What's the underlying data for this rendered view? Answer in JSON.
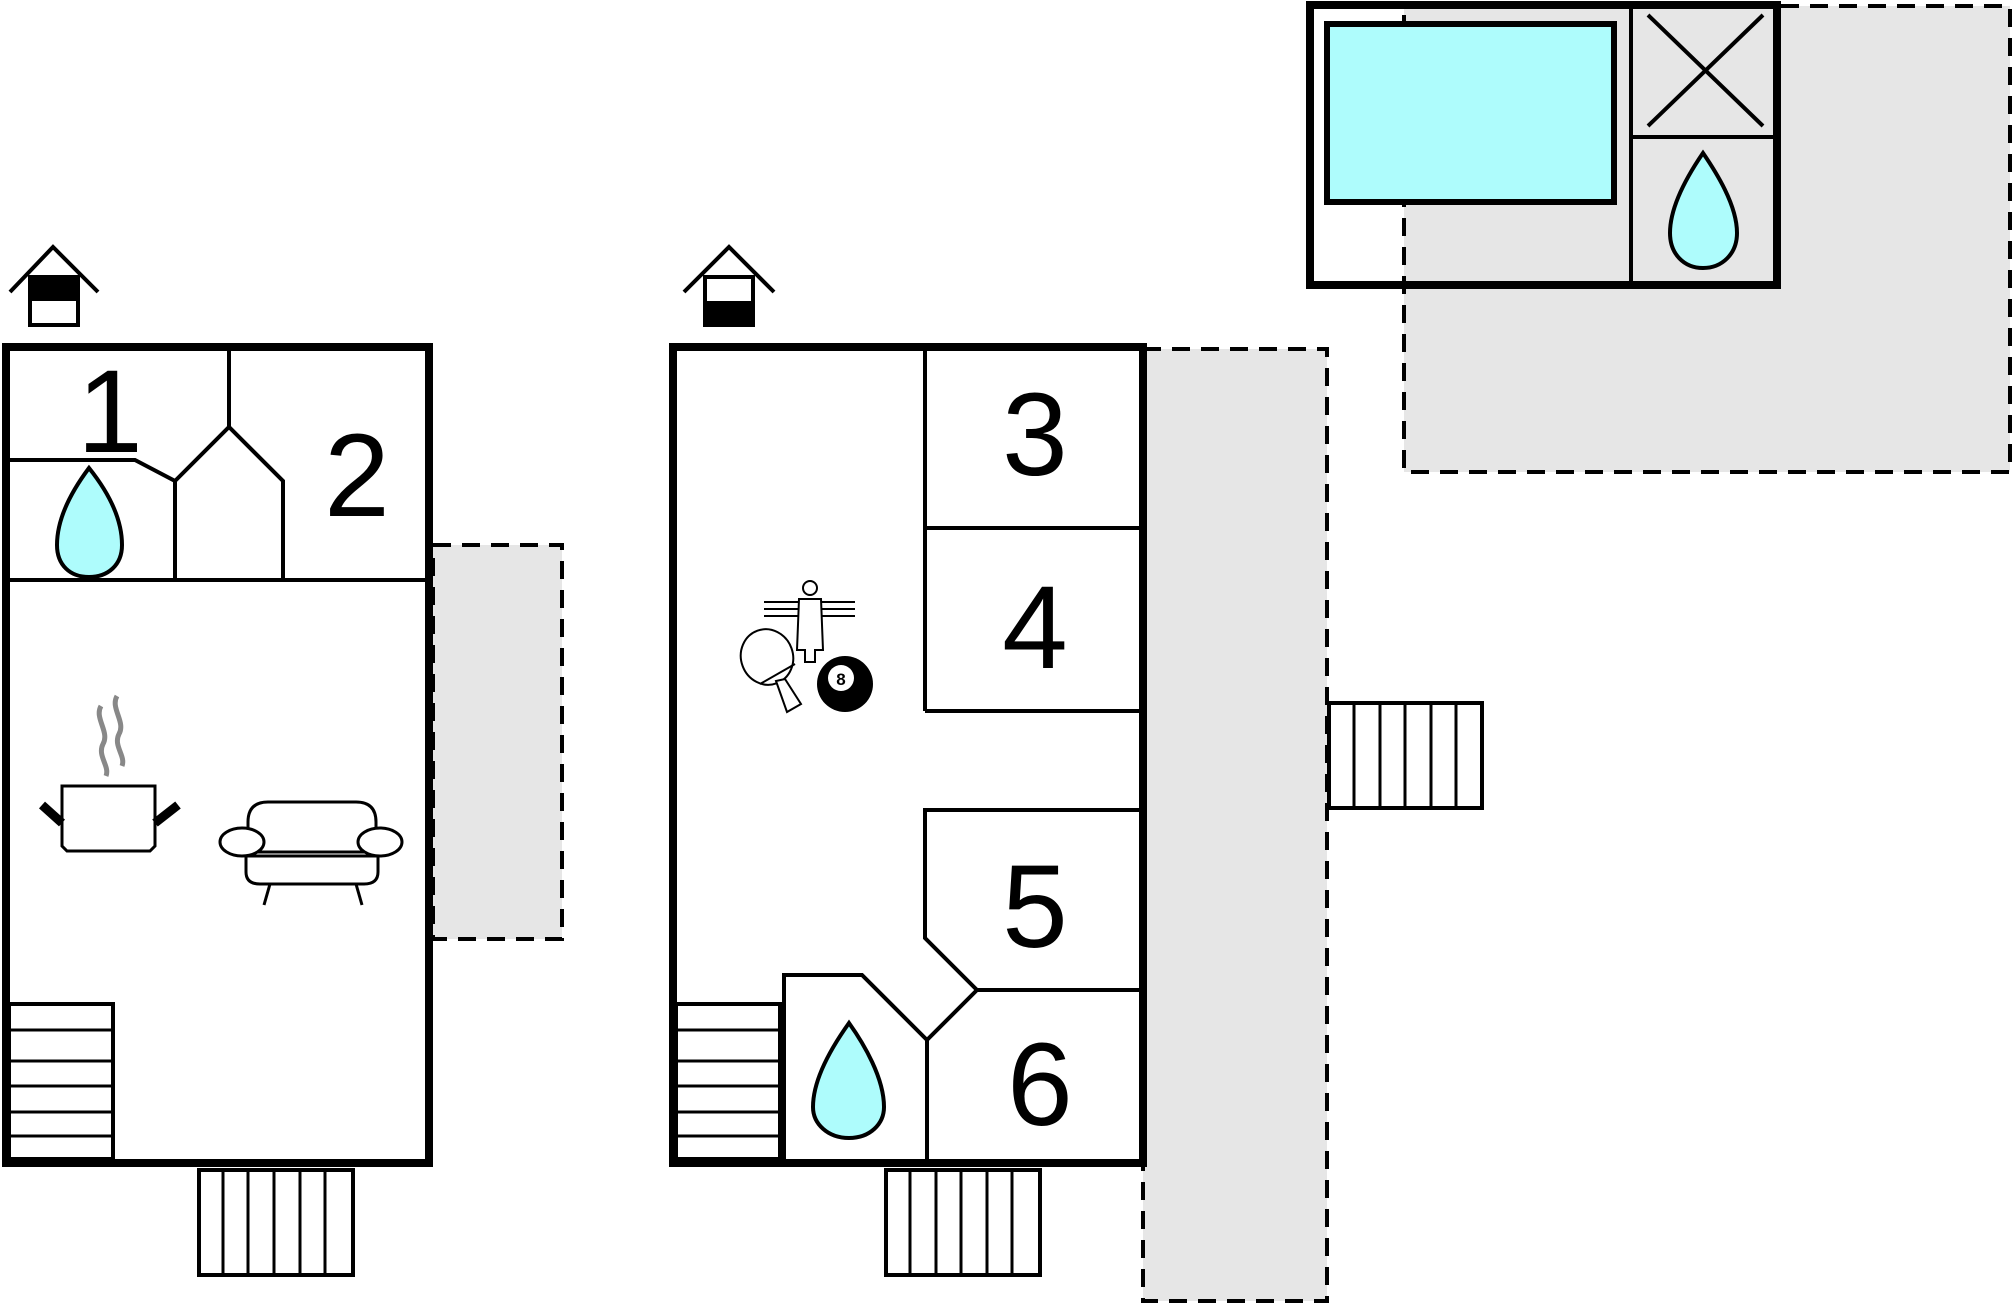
{
  "floor_plan": {
    "rooms": [
      {
        "id": "room-1",
        "number": "1"
      },
      {
        "id": "room-2",
        "number": "2"
      },
      {
        "id": "room-3",
        "number": "3"
      },
      {
        "id": "room-4",
        "number": "4"
      },
      {
        "id": "room-5",
        "number": "5"
      },
      {
        "id": "room-6",
        "number": "6"
      }
    ],
    "icons": [
      "house-floor-icon",
      "bathroom-water-drop-icon",
      "kitchen-pot-icon",
      "sofa-icon",
      "table-football-icon",
      "table-tennis-icon",
      "billiard-ball-icon",
      "stairs-icon",
      "outdoor-steps-icon",
      "pool-icon",
      "sauna-icon",
      "terrace-area"
    ],
    "billiard_ball_label": "8",
    "colors": {
      "water": "#aefcfc",
      "terrace": "#e6e6e6",
      "walls": "#000000"
    }
  }
}
